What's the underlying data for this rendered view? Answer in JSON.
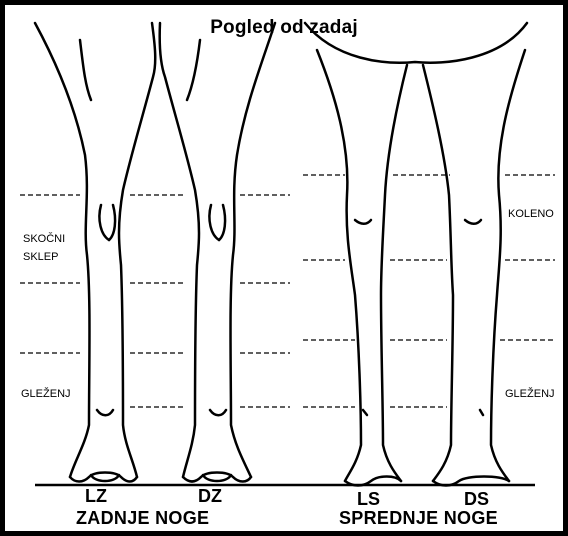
{
  "title": "Pogled od zadaj",
  "labels": {
    "hock_line1": "SKOČNI",
    "hock_line2": "SKLEP",
    "fetlock_left": "GLEŽENJ",
    "knee": "KOLENO",
    "fetlock_right": "GLEŽENJ"
  },
  "legs": {
    "lz": "LZ",
    "dz": "DZ",
    "ls": "LS",
    "ds": "DS"
  },
  "groups": {
    "rear": "ZADNJE NOGE",
    "front": "SPREDNJE NOGE"
  }
}
